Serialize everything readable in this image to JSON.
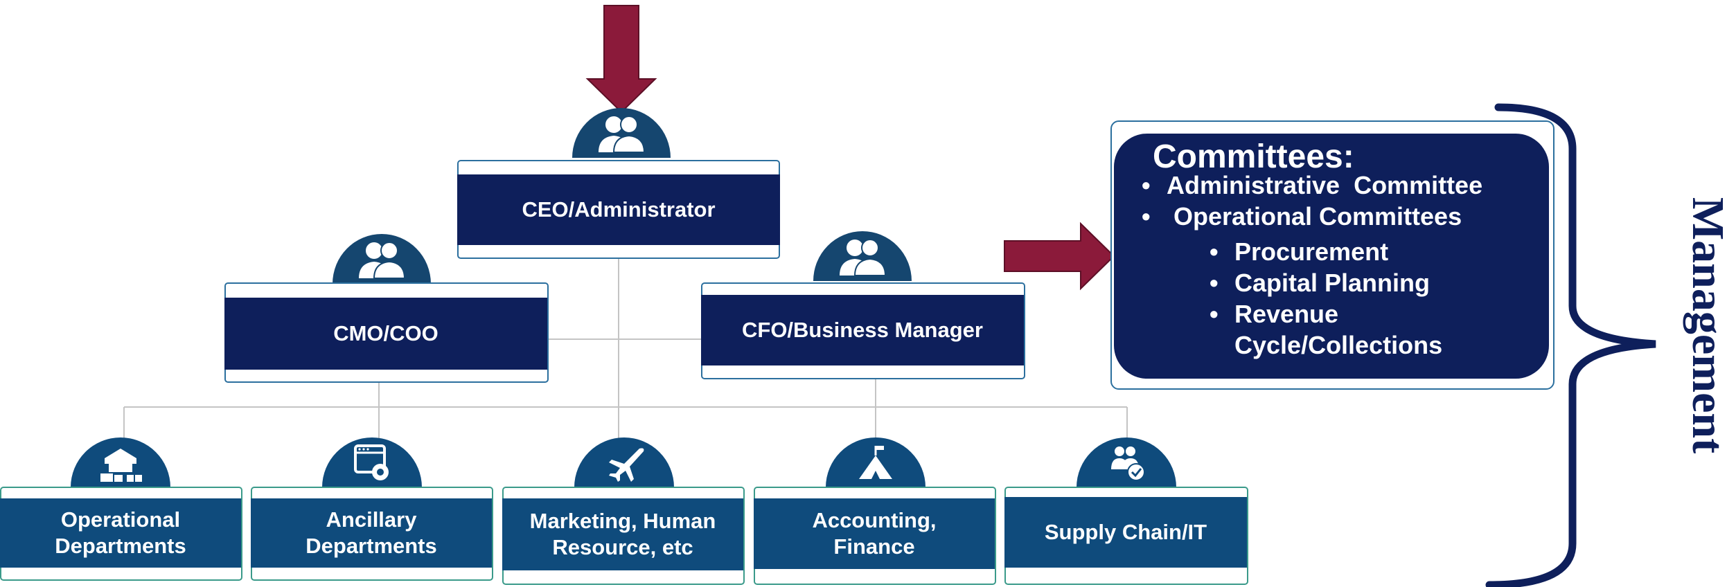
{
  "colors": {
    "navy": "#0e1f5b",
    "blue": "#0f4b7c",
    "arrow": "#8b1a3a",
    "line": "#c4c4c4",
    "border": "#2b6f9e"
  },
  "org": {
    "ceo": {
      "label": "CEO/Administrator",
      "icon": "people-icon"
    },
    "cmo": {
      "label": "CMO/COO",
      "icon": "people-icon"
    },
    "cfo": {
      "label": "CFO/Business Manager",
      "icon": "people-icon"
    },
    "departments": [
      {
        "label": "Operational Departments",
        "icon": "building-icon"
      },
      {
        "label": "Ancillary Departments",
        "icon": "settings-window-icon"
      },
      {
        "label": "Marketing, Human Resource, etc",
        "icon": "airplane-icon"
      },
      {
        "label": "Accounting, Finance",
        "icon": "tent-icon"
      },
      {
        "label": "Supply Chain/IT",
        "icon": "group-check-icon"
      }
    ]
  },
  "committees": {
    "title": "Committees:",
    "items": [
      "Administrative  Committee",
      " Operational Committees"
    ],
    "sub_items": [
      "Procurement",
      "Capital Planning",
      "Revenue Cycle/Collections"
    ]
  },
  "side_label": "Management"
}
